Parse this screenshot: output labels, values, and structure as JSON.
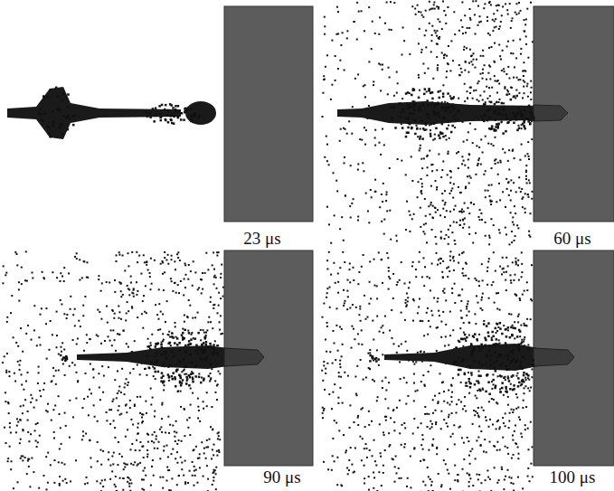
{
  "diagram": {
    "labels": [
      "23 μs",
      "60 μs",
      "90 μs",
      "100 μs"
    ]
  }
}
